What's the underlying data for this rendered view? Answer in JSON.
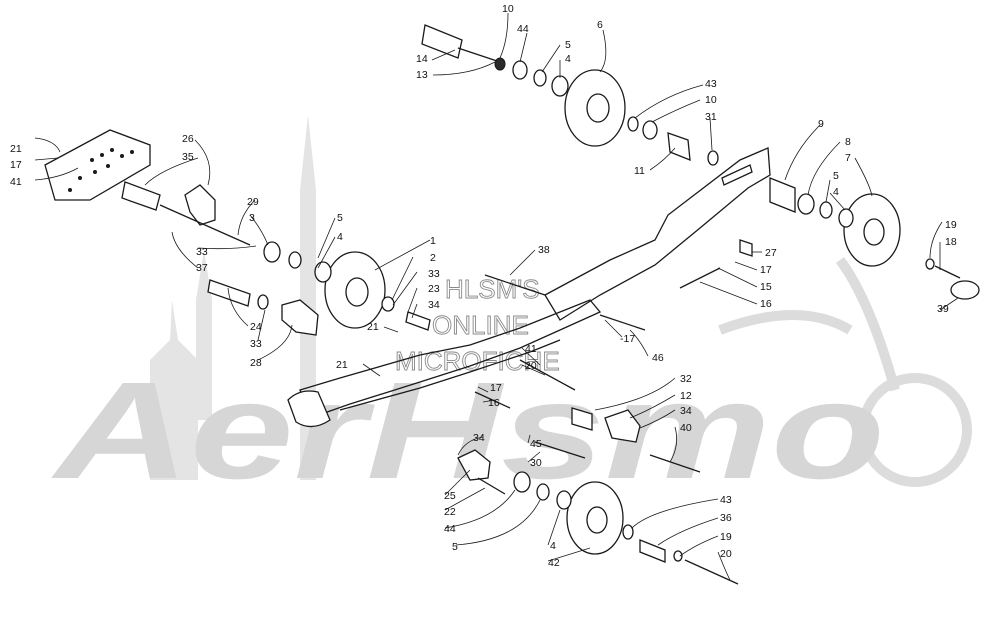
{
  "watermark": {
    "brand_text": "AerHsmo",
    "stamp_lines": [
      "HLSM'S",
      "ONLINE",
      "MICROFICHE"
    ],
    "color": "#d6d6d6"
  },
  "callouts": [
    {
      "id": "c14",
      "text": "14"
    },
    {
      "id": "c13",
      "text": "13"
    },
    {
      "id": "c10a",
      "text": "10"
    },
    {
      "id": "c44a",
      "text": "44"
    },
    {
      "id": "c6",
      "text": "6"
    },
    {
      "id": "c5a",
      "text": "5"
    },
    {
      "id": "c4a",
      "text": "4"
    },
    {
      "id": "c43a",
      "text": "43"
    },
    {
      "id": "c10b",
      "text": "10"
    },
    {
      "id": "c31",
      "text": "31"
    },
    {
      "id": "c11",
      "text": "11"
    },
    {
      "id": "c9",
      "text": "9"
    },
    {
      "id": "c8",
      "text": "8"
    },
    {
      "id": "c7",
      "text": "7"
    },
    {
      "id": "c5b",
      "text": "5"
    },
    {
      "id": "c4b",
      "text": "4"
    },
    {
      "id": "c19a",
      "text": "19"
    },
    {
      "id": "c18",
      "text": "18"
    },
    {
      "id": "c39",
      "text": "39"
    },
    {
      "id": "c27",
      "text": "27"
    },
    {
      "id": "c17a",
      "text": "17"
    },
    {
      "id": "c15",
      "text": "15"
    },
    {
      "id": "c16a",
      "text": "16"
    },
    {
      "id": "c21a",
      "text": "21"
    },
    {
      "id": "c17b",
      "text": "17"
    },
    {
      "id": "c41a",
      "text": "41"
    },
    {
      "id": "c26",
      "text": "26"
    },
    {
      "id": "c35",
      "text": "35"
    },
    {
      "id": "c29",
      "text": "29"
    },
    {
      "id": "c3a",
      "text": "3"
    },
    {
      "id": "c33a",
      "text": "33"
    },
    {
      "id": "c37",
      "text": "37"
    },
    {
      "id": "c5c",
      "text": "5"
    },
    {
      "id": "c4c",
      "text": "4"
    },
    {
      "id": "c1",
      "text": "1"
    },
    {
      "id": "c2",
      "text": "2"
    },
    {
      "id": "c33b",
      "text": "33"
    },
    {
      "id": "c23",
      "text": "23"
    },
    {
      "id": "c34a",
      "text": "34"
    },
    {
      "id": "c38",
      "text": "38"
    },
    {
      "id": "c24",
      "text": "24"
    },
    {
      "id": "c33c",
      "text": "33"
    },
    {
      "id": "c28",
      "text": "28"
    },
    {
      "id": "c21b",
      "text": "21"
    },
    {
      "id": "c21c",
      "text": "21"
    },
    {
      "id": "c17c",
      "text": "-17"
    },
    {
      "id": "c46",
      "text": "46"
    },
    {
      "id": "c41b",
      "text": "41"
    },
    {
      "id": "c20a",
      "text": "20"
    },
    {
      "id": "c17d",
      "text": "17"
    },
    {
      "id": "c16b",
      "text": "16"
    },
    {
      "id": "c32",
      "text": "32"
    },
    {
      "id": "c12",
      "text": "12"
    },
    {
      "id": "c34b",
      "text": "34"
    },
    {
      "id": "c40",
      "text": "40"
    },
    {
      "id": "c34c",
      "text": "34"
    },
    {
      "id": "c45",
      "text": "45"
    },
    {
      "id": "c30",
      "text": "30"
    },
    {
      "id": "c25",
      "text": "25"
    },
    {
      "id": "c22",
      "text": "22"
    },
    {
      "id": "c44b",
      "text": "44"
    },
    {
      "id": "c5d",
      "text": "5"
    },
    {
      "id": "c4d",
      "text": "4"
    },
    {
      "id": "c42",
      "text": "42"
    },
    {
      "id": "c43b",
      "text": "43"
    },
    {
      "id": "c36",
      "text": "36"
    },
    {
      "id": "c19b",
      "text": "19"
    },
    {
      "id": "c20b",
      "text": "20"
    }
  ]
}
